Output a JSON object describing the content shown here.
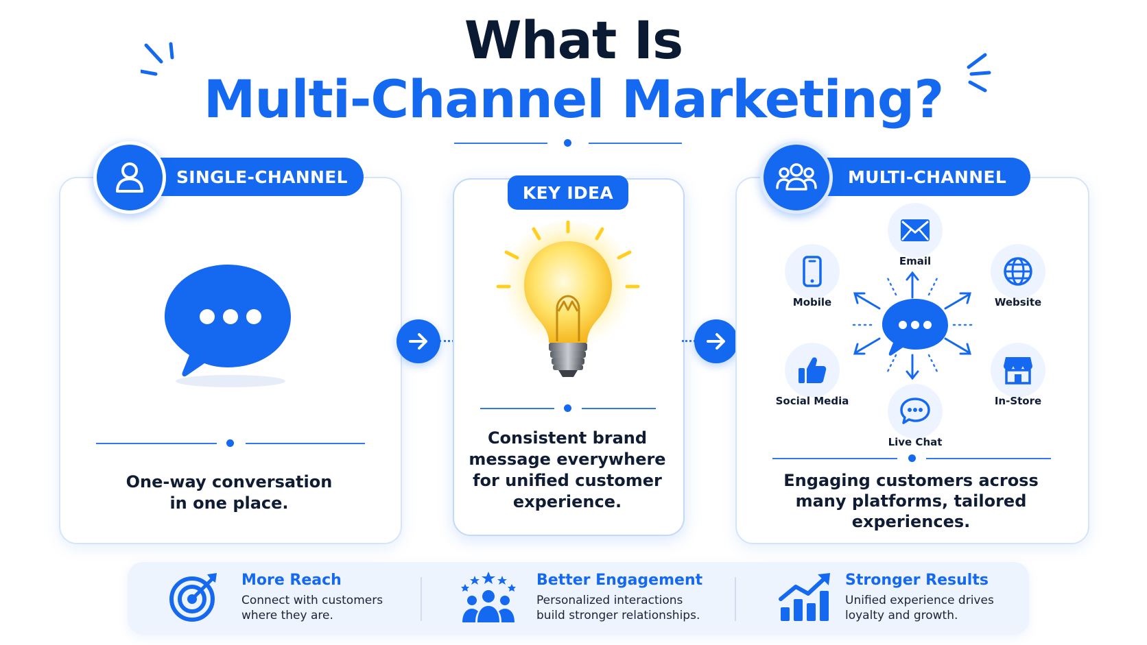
{
  "title": {
    "line1": "What Is",
    "line2": "Multi-Channel Marketing?"
  },
  "single_channel": {
    "label": "SINGLE-CHANNEL",
    "icon": "user-icon",
    "illustration": "speech-bubble-icon",
    "description_line1": "One-way conversation",
    "description_line2": "in one place."
  },
  "key_idea": {
    "label": "KEY IDEA",
    "illustration": "lightbulb-icon",
    "description_line1": "Consistent brand",
    "description_line2": "message everywhere",
    "description_line3": "for unified customer",
    "description_line4": "experience."
  },
  "multi_channel": {
    "label": "MULTI-CHANNEL",
    "icon": "group-icon",
    "channels": {
      "email": "Email",
      "mobile": "Mobile",
      "website": "Website",
      "social": "Social Media",
      "store": "In-Store",
      "chat": "Live Chat"
    },
    "description_line1": "Engaging customers across",
    "description_line2": "many platforms, tailored",
    "description_line3": "experiences."
  },
  "benefits": [
    {
      "icon": "target-icon",
      "title": "More Reach",
      "line1": "Connect with customers",
      "line2": "where they are."
    },
    {
      "icon": "team-stars-icon",
      "title": "Better Engagement",
      "line1": "Personalized interactions",
      "line2": "build stronger relationships."
    },
    {
      "icon": "growth-chart-icon",
      "title": "Stronger Results",
      "line1": "Unified experience drives",
      "line2": "loyalty and growth."
    }
  ],
  "colors": {
    "brand_blue": "#1469f0",
    "dark_text": "#0b1a33",
    "light_panel": "#eef4fd"
  }
}
